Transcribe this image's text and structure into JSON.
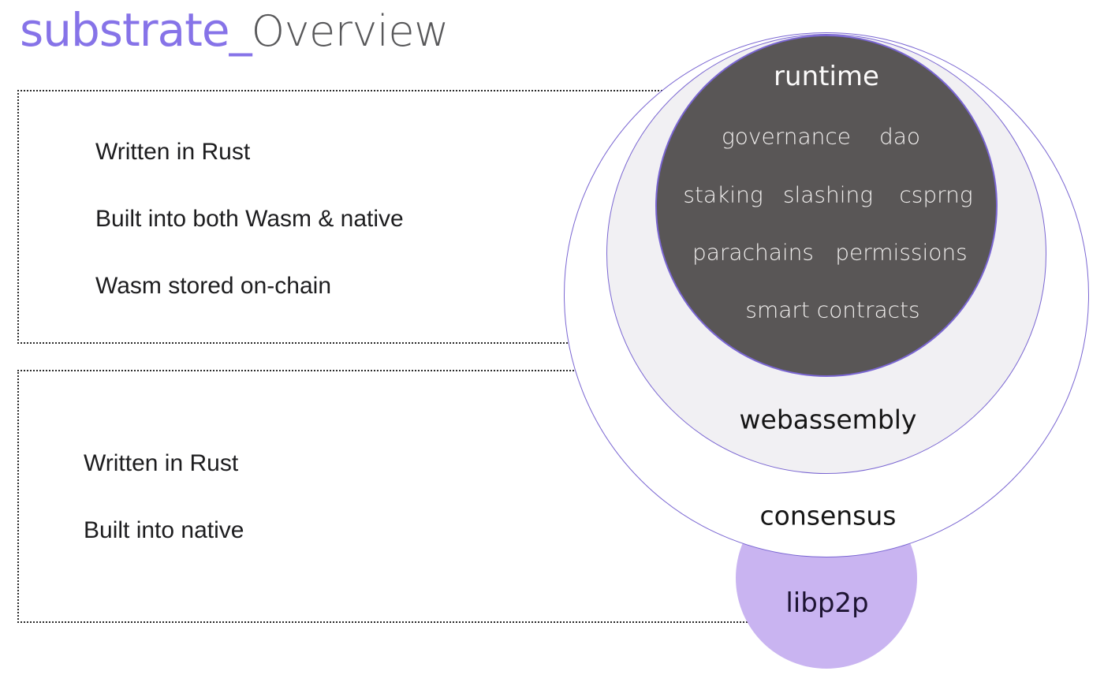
{
  "title": {
    "brand": "substrate_",
    "page": "Overview"
  },
  "feature_boxes": [
    {
      "lines": [
        "Written in Rust",
        "Built into both Wasm & native",
        "Wasm stored on-chain"
      ]
    },
    {
      "lines": [
        "Written in Rust",
        "Built into native"
      ]
    }
  ],
  "circles": {
    "runtime": {
      "label": "runtime"
    },
    "webassembly": {
      "label": "webassembly"
    },
    "consensus": {
      "label": "consensus"
    },
    "libp2p": {
      "label": "libp2p"
    }
  },
  "runtime_modules": {
    "rows": [
      {
        "items": [
          "governance",
          "dao"
        ]
      },
      {
        "items": [
          "staking",
          "slashing",
          "csprng"
        ]
      },
      {
        "items": [
          "parachains",
          "permissions"
        ]
      },
      {
        "items": [
          "smart contracts"
        ]
      }
    ]
  },
  "colors": {
    "purple": "#8673e8",
    "title_gray": "#58585a",
    "stroke": "#7a66d2",
    "dark_fill": "#595656",
    "light_fill": "#f1f0f3",
    "libp2p_fill": "#c9b4f1",
    "libp2p_text": "#1e1433",
    "box_text": "#1d1d1f",
    "module_text": "#f1efee",
    "label_dark": "#161616",
    "runtime_text": "#fbfafa",
    "box_border": "#2b2b2b"
  }
}
